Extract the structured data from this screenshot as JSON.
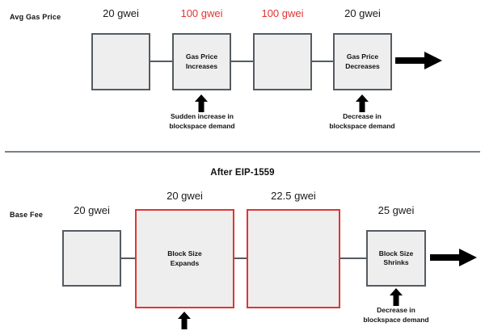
{
  "diagram": {
    "title_top": "",
    "title_bottom": "After EIP-1559",
    "colors": {
      "red": "#e03434",
      "box_fill": "#eeeeee",
      "box_stroke_gray": "#555b61",
      "divider": "#7a7f86",
      "arrow": "#000000"
    }
  },
  "top_section": {
    "row_label": "Avg Gas Price",
    "nodes": [
      {
        "value": "20 gwei",
        "value_color": "black",
        "text": "",
        "border": "gray"
      },
      {
        "value": "100 gwei",
        "value_color": "red",
        "text": "Gas Price\nIncreases",
        "border": "gray"
      },
      {
        "value": "100 gwei",
        "value_color": "red",
        "text": "",
        "border": "gray"
      },
      {
        "value": "20 gwei",
        "value_color": "black",
        "text": "Gas Price\nDecreases",
        "border": "gray"
      }
    ],
    "annotations": [
      {
        "text": "Sudden increase in\nblockspace demand",
        "icon": "up-arrow-icon"
      },
      {
        "text": "Decrease in\nblockspace demand",
        "icon": "up-arrow-icon"
      }
    ],
    "flow_arrow": "right-arrow-icon"
  },
  "bottom_section": {
    "row_label": "Base Fee",
    "nodes": [
      {
        "value": "20 gwei",
        "value_color": "black",
        "text": "",
        "border": "gray"
      },
      {
        "value": "20 gwei",
        "value_color": "black",
        "text": "Block Size\nExpands",
        "border": "red"
      },
      {
        "value": "22.5 gwei",
        "value_color": "black",
        "text": "",
        "border": "red"
      },
      {
        "value": "25 gwei",
        "value_color": "black",
        "text": "Block Size\nShrinks",
        "border": "gray"
      }
    ],
    "annotations": [
      {
        "text": "",
        "icon": "up-arrow-icon"
      },
      {
        "text": "Decrease in\nblockspace demand",
        "icon": "up-arrow-icon"
      }
    ],
    "flow_arrow": "right-arrow-icon"
  }
}
